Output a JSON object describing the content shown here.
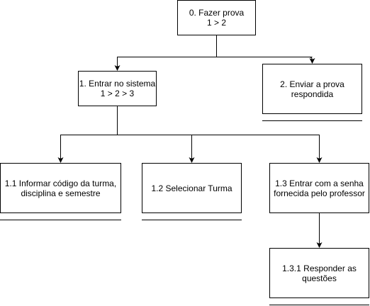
{
  "diagram": {
    "nodes": {
      "n0": "0. Fazer prova\n1 > 2",
      "n1": "1. Entrar no sistema\n1 > 2 > 3",
      "n2": "2. Enviar a prova\nrespondida",
      "n11": "1.1 Informar código da turma,\ndisciplina e semestre",
      "n12": "1.2 Selecionar Turma",
      "n13": "1.3 Entrar com a senha\nfornecida pelo professor",
      "n131": "1.3.1 Responder as\nquestões"
    }
  }
}
